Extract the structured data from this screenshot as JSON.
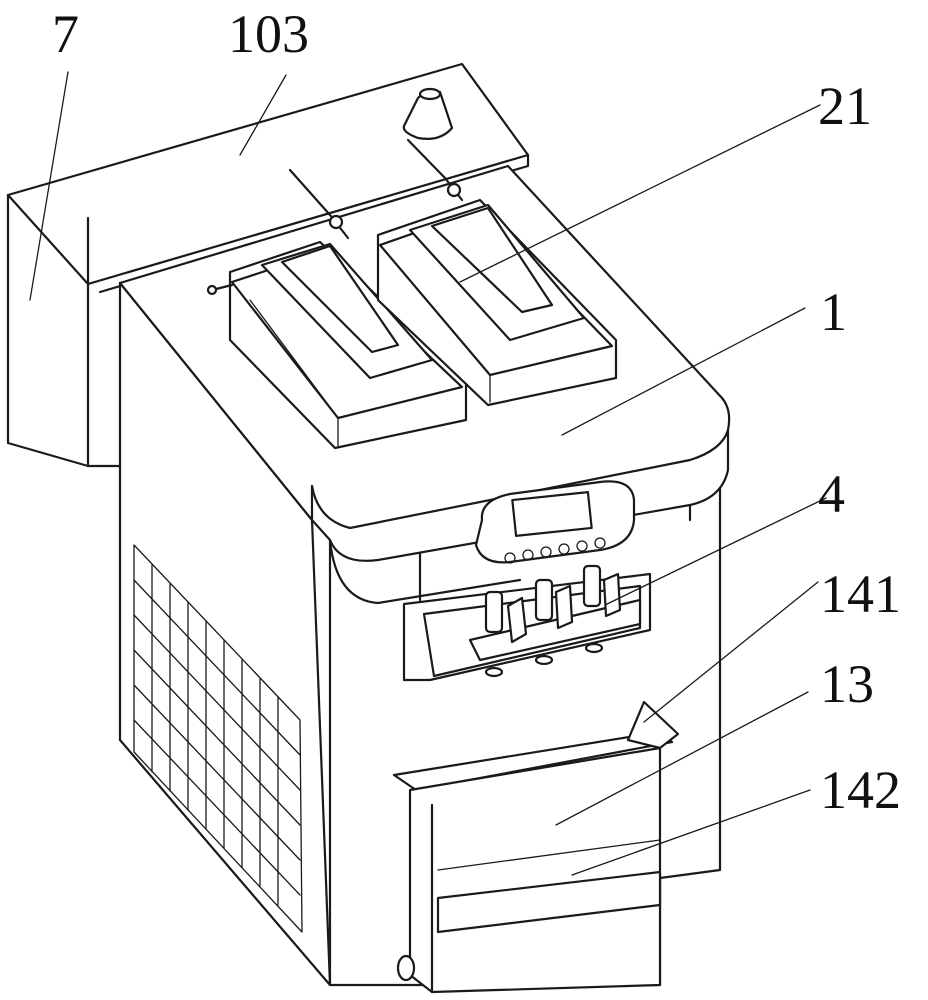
{
  "callouts": [
    {
      "id": "c7",
      "text": "7"
    },
    {
      "id": "c103",
      "text": "103"
    },
    {
      "id": "c21",
      "text": "21"
    },
    {
      "id": "c1",
      "text": "1"
    },
    {
      "id": "c4",
      "text": "4"
    },
    {
      "id": "c141",
      "text": "141"
    },
    {
      "id": "c13",
      "text": "13"
    },
    {
      "id": "c142",
      "text": "142"
    }
  ]
}
